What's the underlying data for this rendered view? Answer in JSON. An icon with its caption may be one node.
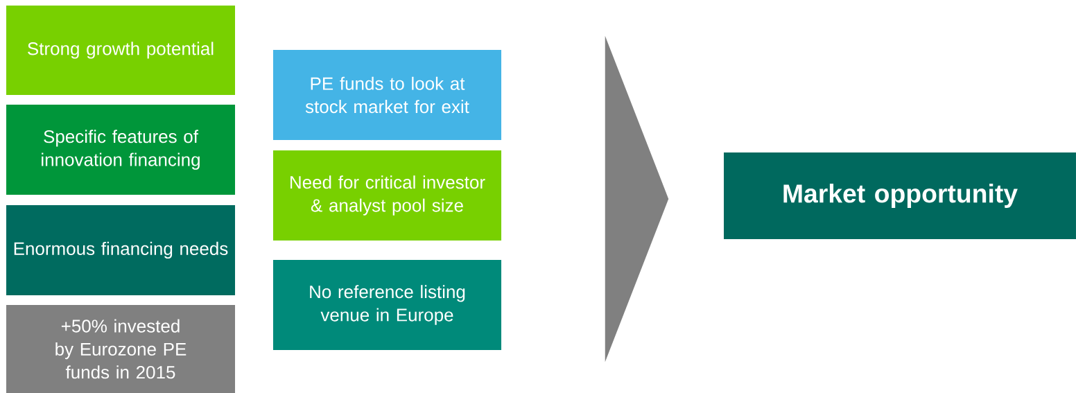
{
  "diagram": {
    "nodes": [
      {
        "text": [
          "Strong growth potential"
        ]
      },
      {
        "text": [
          "Specific features of innovation financing"
        ]
      },
      {
        "text": [
          "Enormous financing needs"
        ]
      },
      {
        "text": [
          "+50% invested by Eurozone PE funds in 2015"
        ]
      },
      {
        "text": [
          "PE funds to look at stock market for exit"
        ]
      },
      {
        "text": [
          "Need for critical investor & analyst pool size"
        ]
      },
      {
        "text": [
          "No reference listing venue in Europe"
        ]
      },
      {
        "text": [],
        "shape": "triangle"
      },
      {
        "text": [
          "Market opportunity"
        ]
      }
    ]
  }
}
